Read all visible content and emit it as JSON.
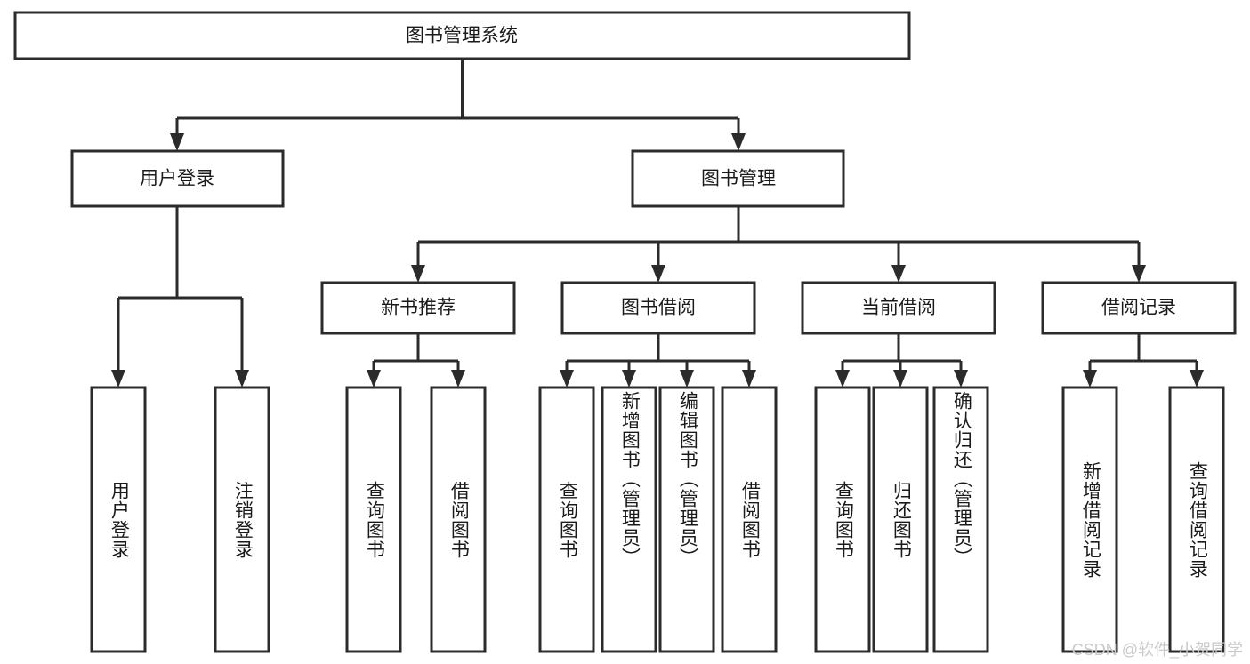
{
  "diagram": {
    "title": "图书管理系统",
    "type": "tree-hierarchy",
    "watermark": "CSDN @软件_小贺同学",
    "colors": {
      "stroke": "#2b2b2b",
      "fill": "#ffffff",
      "text": "#1a1a1a",
      "watermark": "#c9c9c9"
    },
    "root": {
      "label": "图书管理系统"
    },
    "level2": [
      {
        "id": "user-login",
        "label": "用户登录"
      },
      {
        "id": "book-management",
        "label": "图书管理"
      }
    ],
    "level3": [
      {
        "id": "new-book-recommend",
        "label": "新书推荐"
      },
      {
        "id": "book-borrow",
        "label": "图书借阅"
      },
      {
        "id": "current-borrow",
        "label": "当前借阅"
      },
      {
        "id": "borrow-record",
        "label": "借阅记录"
      }
    ],
    "leaves": {
      "user-login": [
        {
          "id": "leaf-user-login",
          "label": "用户登录"
        },
        {
          "id": "leaf-logout-login",
          "label": "注销登录"
        }
      ],
      "new-book-recommend": [
        {
          "id": "leaf-query-book-1",
          "label": "查询图书"
        },
        {
          "id": "leaf-borrow-book-1",
          "label": "借阅图书"
        }
      ],
      "book-borrow": [
        {
          "id": "leaf-query-book-2",
          "label": "查询图书"
        },
        {
          "id": "leaf-add-book",
          "label": "新增图书（管理员）"
        },
        {
          "id": "leaf-edit-book",
          "label": "编辑图书（管理员）"
        },
        {
          "id": "leaf-borrow-book-2",
          "label": "借阅图书"
        }
      ],
      "current-borrow": [
        {
          "id": "leaf-query-book-3",
          "label": "查询图书"
        },
        {
          "id": "leaf-return-book",
          "label": "归还图书"
        },
        {
          "id": "leaf-confirm-return",
          "label": "确认归还（管理员）"
        }
      ],
      "borrow-record": [
        {
          "id": "leaf-add-record",
          "label": "新增借阅记录"
        },
        {
          "id": "leaf-query-record",
          "label": "查询借阅记录"
        }
      ]
    }
  }
}
